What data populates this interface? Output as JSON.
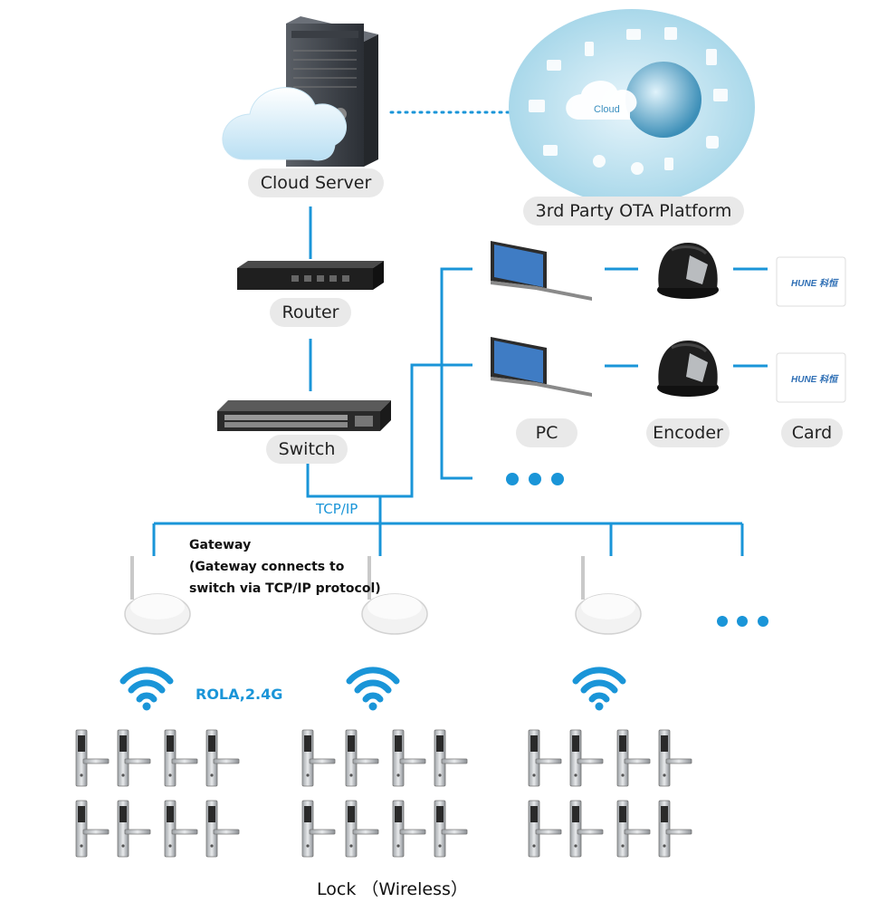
{
  "labels": {
    "cloud_server": "Cloud Server",
    "ota_platform": "3rd Party OTA Platform",
    "router": "Router",
    "switch": "Switch",
    "pc": "PC",
    "encoder": "Encoder",
    "card": "Card",
    "tcpip": "TCP/IP",
    "gateway_note": [
      "Gateway",
      "(Gateway connects to",
      "switch via TCP/IP protocol)"
    ],
    "rola": "ROLA,2.4G",
    "lock_caption": "Lock （Wireless）",
    "card_brand": "HUNE 科恒",
    "cloud_logo": "Cloud"
  },
  "colors": {
    "line": "#1a95d8",
    "pill": "#e9e9e9",
    "wifi": "#1a95d8"
  },
  "icons": [
    "server-icon",
    "cloud-icon",
    "router-icon",
    "switch-icon",
    "laptop-icon",
    "encoder-icon",
    "card-icon",
    "gateway-icon",
    "wifi-icon",
    "door-lock-icon",
    "ellipsis-icon"
  ]
}
